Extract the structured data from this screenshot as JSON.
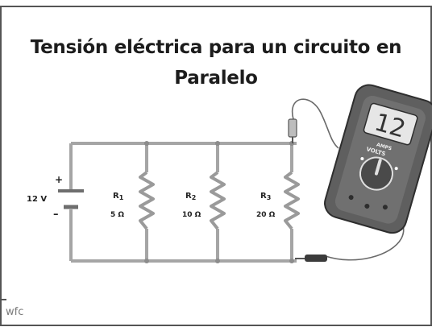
{
  "title": "Tensión eléctrica para un circuito en Paralelo",
  "footer_mark": "wfc",
  "battery": {
    "plus": "+",
    "minus": "–",
    "voltage": "12 V"
  },
  "resistors": [
    {
      "name": "R",
      "sub": "1",
      "value": "5 Ω"
    },
    {
      "name": "R",
      "sub": "2",
      "value": "10 Ω"
    },
    {
      "name": "R",
      "sub": "3",
      "value": "20 Ω"
    }
  ],
  "multimeter": {
    "reading": "12",
    "dial_label_top": "AMPS",
    "dial_label_bottom": "VOLTS"
  },
  "colors": {
    "wire": "#a5a5a5",
    "meter_body": "#5f5f5f",
    "display": "#e6e6e6"
  }
}
